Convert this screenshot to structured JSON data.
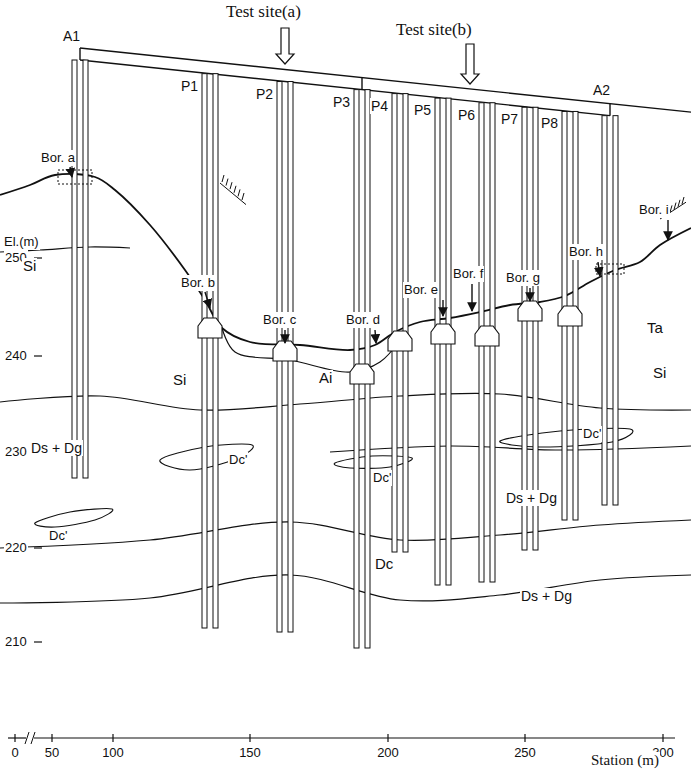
{
  "diagram": {
    "labels": [
      "Test site(a)",
      "Test site(b)",
      "A1",
      "A2",
      "P1",
      "P2",
      "P3",
      "P4",
      "P5",
      "P6",
      "P7",
      "P8",
      "Bor. a",
      "Bor. b",
      "Bor. c",
      "Bor. d",
      "Bor. e",
      "Bor. f",
      "Bor. g",
      "Bor. h",
      "Bor. i",
      "El.(m)",
      "250",
      "240",
      "230",
      "220",
      "210",
      "Si",
      "Si",
      "Si",
      "Ai",
      "Ta",
      "Ds + Dg",
      "Ds + Dg",
      "Ds + Dg",
      "Dc'",
      "Dc'",
      "Dc'",
      "Dc'",
      "Dc",
      "0",
      "50",
      "100",
      "150",
      "200",
      "250",
      "300",
      "Station (m)"
    ]
  }
}
